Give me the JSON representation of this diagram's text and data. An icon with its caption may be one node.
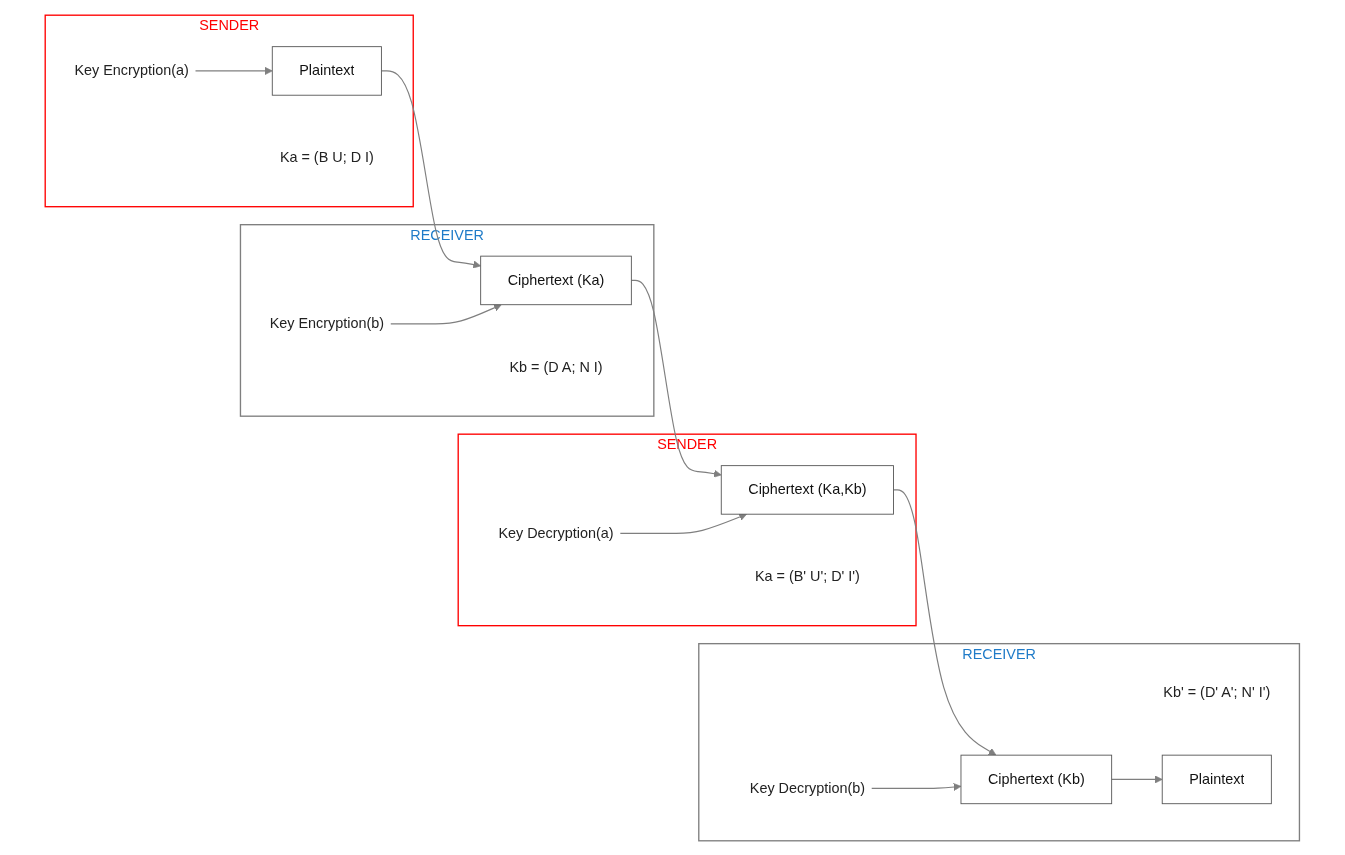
{
  "diagram": {
    "nodes": [
      {
        "text": [
          "SENDER"
        ]
      },
      {
        "text": [
          "Key Encryption(a)"
        ],
        "in": 0
      },
      {
        "text": [
          "Plaintext"
        ],
        "in": 0
      },
      {
        "text": [
          "Ka = (B U; D I)"
        ],
        "in": 0
      },
      {
        "text": [
          "RECEIVER"
        ]
      },
      {
        "text": [
          "Ciphertext (Ka)"
        ],
        "in": 4
      },
      {
        "text": [
          "Kb = (D A; N I)"
        ],
        "in": 4
      },
      {
        "text": [
          "Key Encryption(b)"
        ],
        "in": 4
      },
      {
        "text": [
          "RECEIVER"
        ]
      },
      {
        "text": [
          "Kb' = (D' A'; N' I')"
        ],
        "in": 8
      },
      {
        "text": [
          "Key Decryption(b)"
        ],
        "in": 8
      },
      {
        "text": [
          "Ciphertext (Kb)"
        ],
        "in": 8
      },
      {
        "text": [
          "Plaintext"
        ],
        "in": 8
      },
      {
        "text": [
          "SENDER"
        ]
      },
      {
        "text": [
          "Ciphertext (Ka,Kb)"
        ],
        "in": 13
      },
      {
        "text": [
          "Key Decryption(a)"
        ],
        "in": 13
      },
      {
        "text": [
          "Ka = (B' U'; D' I')"
        ],
        "in": 13
      }
    ],
    "edges": [
      {
        "from": 1,
        "to": 2,
        "arrow": "to"
      },
      {
        "from": 2,
        "to": 5,
        "arrow": "to"
      },
      {
        "from": 7,
        "to": 5,
        "arrow": "to"
      },
      {
        "from": 5,
        "to": 14,
        "arrow": "to"
      },
      {
        "from": 15,
        "to": 14,
        "arrow": "to"
      },
      {
        "from": 14,
        "to": 11,
        "arrow": "to"
      },
      {
        "from": 10,
        "to": 11,
        "arrow": "to"
      },
      {
        "from": 11,
        "to": 12,
        "arrow": "to"
      }
    ]
  }
}
